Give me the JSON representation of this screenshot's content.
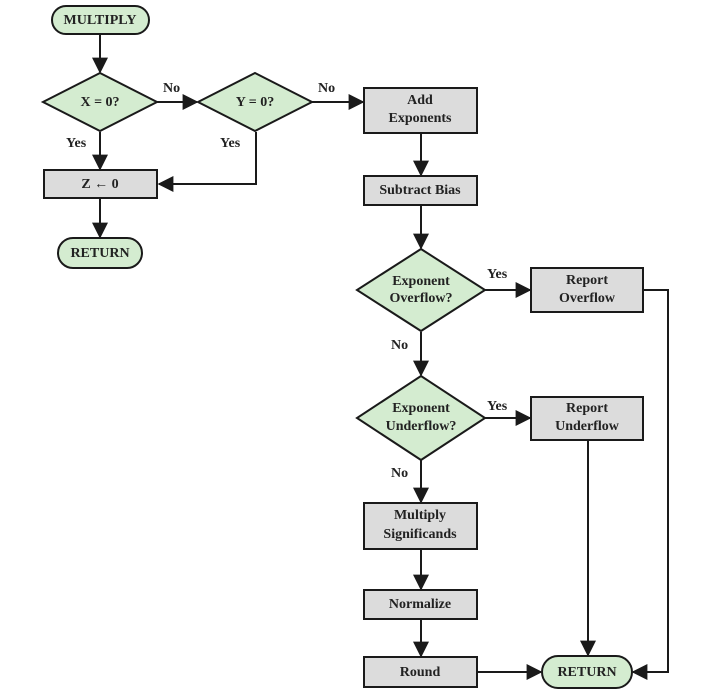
{
  "colors": {
    "terminal_fill": "#d4ecd0",
    "decision_fill": "#d4ecd0",
    "process_fill": "#dcdcdc",
    "stroke": "#1a1a1a"
  },
  "nodes": {
    "start": "MULTIPLY",
    "x_check": "X = 0?",
    "y_check": "Y = 0?",
    "set_zero": "Z ← 0",
    "return_zero": "RETURN",
    "add_exponents": [
      "Add",
      "Exponents"
    ],
    "subtract_bias": "Subtract Bias",
    "exp_overflow": [
      "Exponent",
      "Overflow?"
    ],
    "report_overflow": [
      "Report",
      "Overflow"
    ],
    "exp_underflow": [
      "Exponent",
      "Underflow?"
    ],
    "report_underflow": [
      "Report",
      "Underflow"
    ],
    "multiply_significands": [
      "Multiply",
      "Significands"
    ],
    "normalize": "Normalize",
    "round": "Round",
    "return_end": "RETURN"
  },
  "edge_labels": {
    "x_no": "No",
    "x_yes": "Yes",
    "y_no": "No",
    "y_yes": "Yes",
    "overflow_yes": "Yes",
    "overflow_no": "No",
    "underflow_yes": "Yes",
    "underflow_no": "No"
  }
}
